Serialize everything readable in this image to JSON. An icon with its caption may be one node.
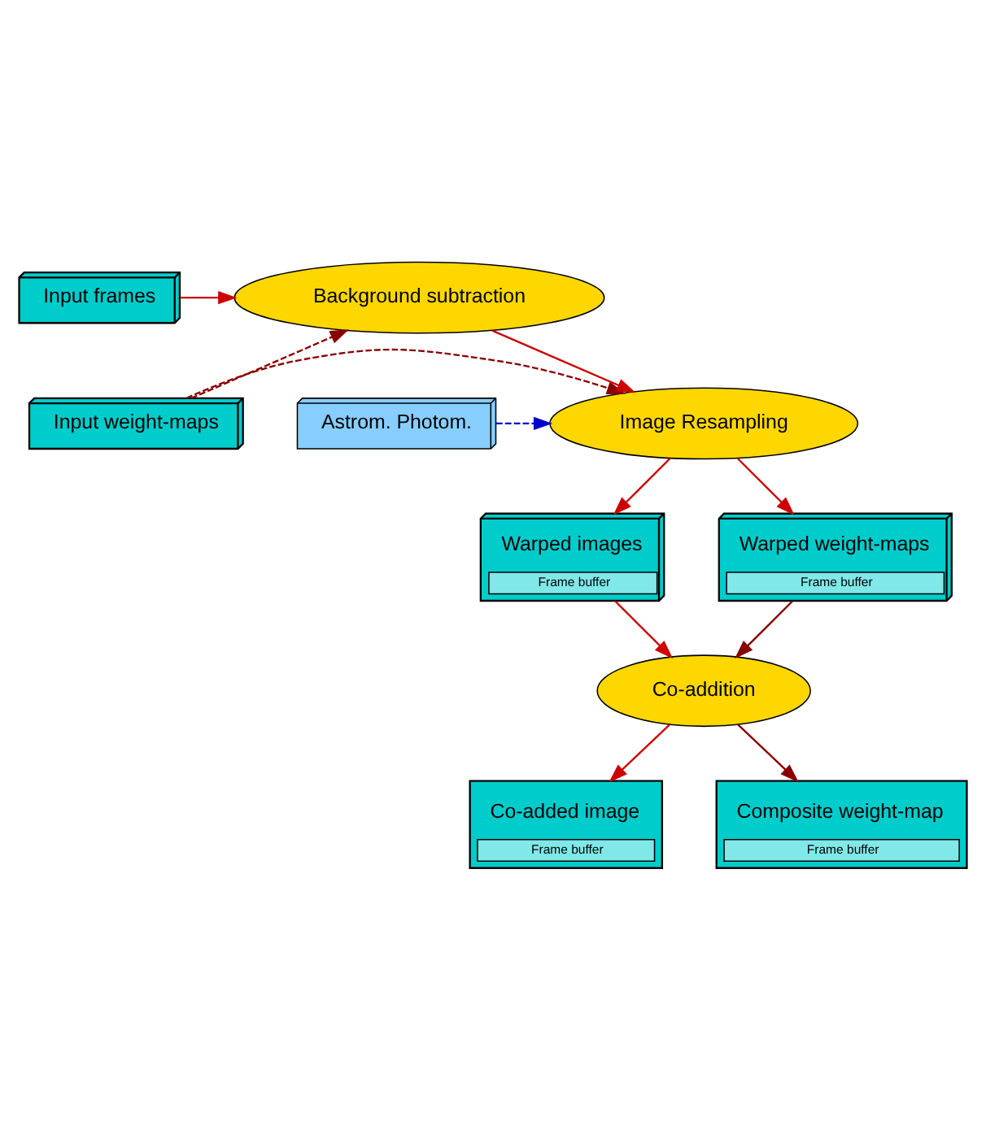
{
  "diagram": {
    "nodes": [
      {
        "text": [
          "Input frames"
        ]
      },
      {
        "text": [
          "Input weight-maps"
        ]
      },
      {
        "text": [
          "Background subtraction"
        ]
      },
      {
        "text": [
          "Image Resampling"
        ]
      },
      {
        "text": [
          "Astrom. Photom."
        ]
      },
      {
        "text": [
          "Warped images",
          "Frame buffer"
        ]
      },
      {
        "text": [
          "Warped weight-maps",
          "Frame buffer"
        ]
      },
      {
        "text": [
          "Co-addition"
        ]
      },
      {
        "text": [
          "Co-added image",
          "Frame buffer"
        ]
      },
      {
        "text": [
          "Composite weight-map",
          "Frame buffer"
        ]
      }
    ],
    "edges": [
      {
        "from": 0,
        "to": 2,
        "arrow": "to"
      },
      {
        "from": 1,
        "to": 2,
        "arrow": "to",
        "style": "dashed",
        "color": "#880000"
      },
      {
        "from": 1,
        "to": 3,
        "arrow": "to",
        "style": "dashed",
        "color": "#880000"
      },
      {
        "from": 2,
        "to": 3,
        "arrow": "to"
      },
      {
        "from": 4,
        "to": 3,
        "arrow": "to",
        "style": "dashed",
        "color": "#0000cc"
      },
      {
        "from": 3,
        "to": 5,
        "arrow": "to"
      },
      {
        "from": 3,
        "to": 6,
        "arrow": "to"
      },
      {
        "from": 5,
        "to": 7,
        "arrow": "to"
      },
      {
        "from": 6,
        "to": 7,
        "arrow": "to",
        "color": "#880000"
      },
      {
        "from": 7,
        "to": 8,
        "arrow": "to"
      },
      {
        "from": 7,
        "to": 9,
        "arrow": "to",
        "color": "#880000"
      }
    ]
  }
}
